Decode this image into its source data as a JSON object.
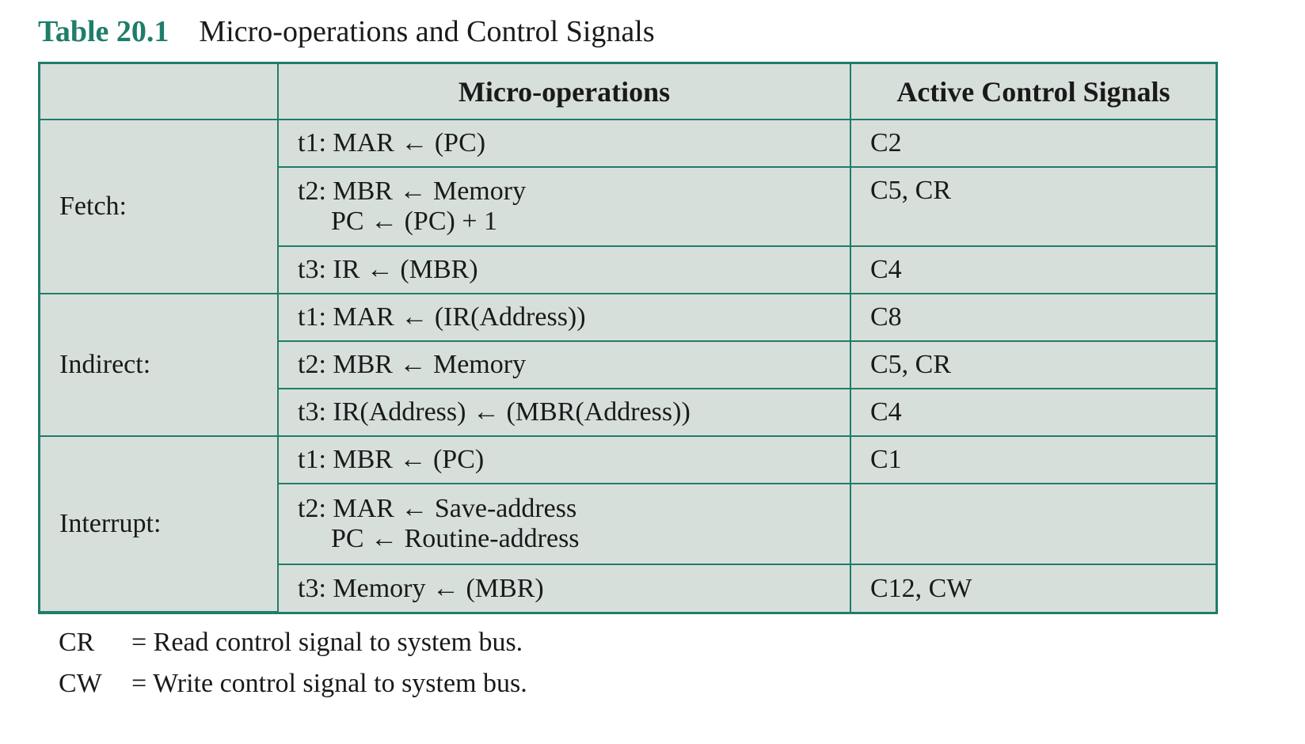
{
  "caption": {
    "label": "Table 20.1",
    "title": "Micro-operations and Control Signals"
  },
  "table": {
    "headers": [
      "",
      "Micro-operations",
      "Active Control Signals"
    ],
    "rows": [
      {
        "phase": "Fetch:",
        "op1": "t1: MAR ← (PC)",
        "op2": "",
        "signals": "C2"
      },
      {
        "phase": "",
        "op1": "t2: MBR ← Memory",
        "op2": "PC ← (PC) + 1",
        "signals": "C5, CR"
      },
      {
        "phase": "",
        "op1": "t3: IR ← (MBR)",
        "op2": "",
        "signals": "C4"
      },
      {
        "phase": "Indirect:",
        "op1": "t1: MAR ← (IR(Address))",
        "op2": "",
        "signals": "C8"
      },
      {
        "phase": "",
        "op1": "t2: MBR ← Memory",
        "op2": "",
        "signals": "C5, CR"
      },
      {
        "phase": "",
        "op1": "t3: IR(Address) ← (MBR(Address))",
        "op2": "",
        "signals": "C4"
      },
      {
        "phase": "Interrupt:",
        "op1": "t1: MBR ← (PC)",
        "op2": "",
        "signals": "C1"
      },
      {
        "phase": "",
        "op1": "t2: MAR ← Save-address",
        "op2": "PC ← Routine-address",
        "signals": ""
      },
      {
        "phase": "",
        "op1": "t3: Memory ← (MBR)",
        "op2": "",
        "signals": "C12, CW"
      }
    ]
  },
  "footnotes": [
    {
      "symbol": "CR",
      "text": "= Read control signal to system bus."
    },
    {
      "symbol": "CW",
      "text": "= Write control signal to system bus."
    }
  ],
  "colors": {
    "accent": "#1f7d6a",
    "cell_background": "#d7dfdb"
  }
}
